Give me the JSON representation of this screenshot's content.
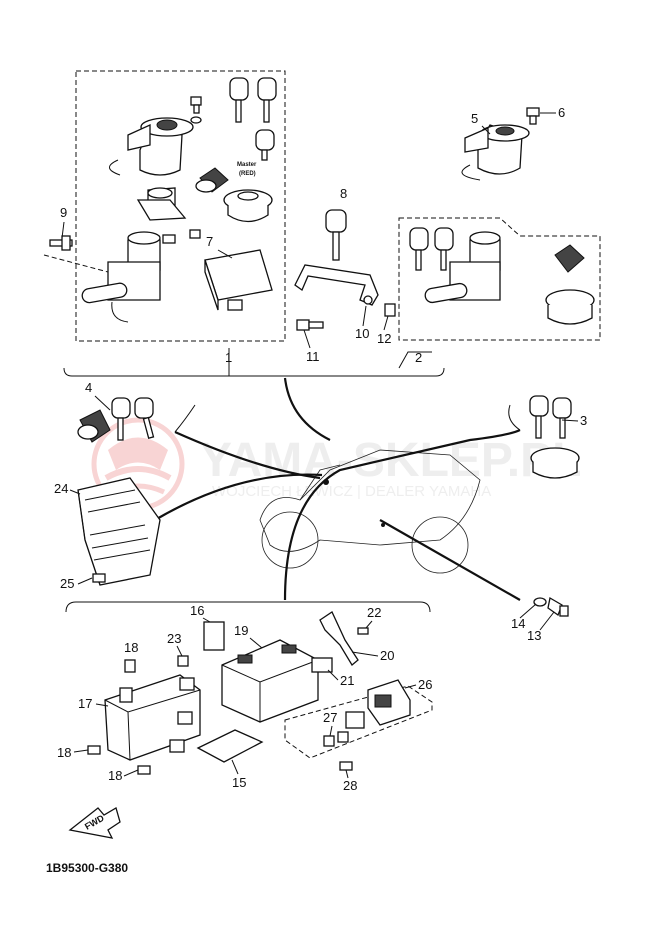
{
  "watermark": {
    "title": "YAMA-SKLEP.PL",
    "subtitle": "WOJCIECH ŁEWICZ | DEALER YAMAHA"
  },
  "diagram_code": "1B95300-G380",
  "fwd_label": "FWD",
  "master_label": "Master",
  "red_label": "(RED)",
  "callouts": {
    "c1": "1",
    "c2": "2",
    "c3": "3",
    "c4": "4",
    "c5": "5",
    "c6": "6",
    "c7": "7",
    "c8": "8",
    "c9": "9",
    "c10": "10",
    "c11": "11",
    "c12": "12",
    "c13": "13",
    "c14": "14",
    "c15": "15",
    "c16": "16",
    "c17": "17",
    "c18a": "18",
    "c18b": "18",
    "c18c": "18",
    "c19": "19",
    "c20": "20",
    "c21": "21",
    "c22": "22",
    "c23": "23",
    "c24": "24",
    "c25": "25",
    "c26": "26",
    "c27": "27",
    "c28": "28"
  }
}
